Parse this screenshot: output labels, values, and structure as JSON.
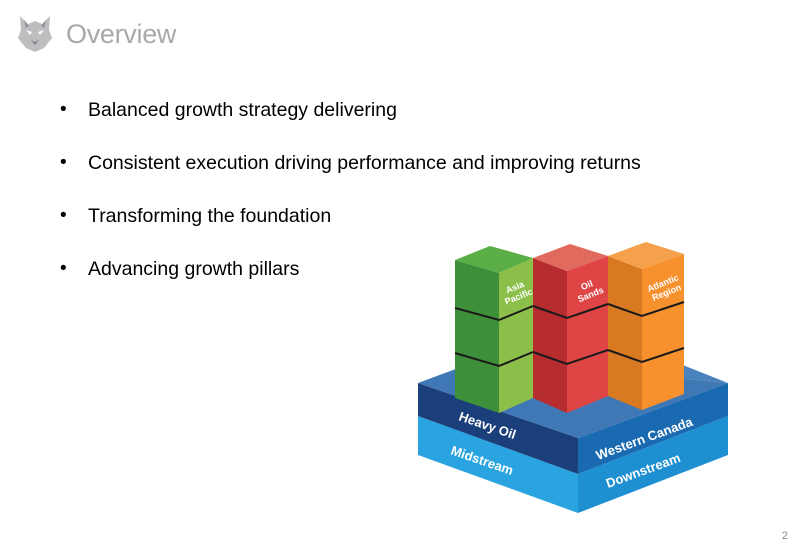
{
  "header": {
    "title": "Overview"
  },
  "bullets": [
    "Balanced growth strategy delivering",
    "Consistent execution driving performance and improving returns",
    "Transforming the foundation",
    "Advancing growth pillars"
  ],
  "graphic": {
    "pillars": [
      {
        "line1": "Asia",
        "line2": "Pacific",
        "color": "#5aa83e"
      },
      {
        "line1": "Oil",
        "line2": "Sands",
        "color": "#d93a3a"
      },
      {
        "line1": "Atlantic",
        "line2": "Region",
        "color": "#f08c2a"
      }
    ],
    "base": {
      "top_left": "Heavy Oil",
      "top_right": "Western Canada",
      "bottom_left": "Midstream",
      "bottom_right": "Downstream"
    }
  },
  "footer": {
    "page_number": "2"
  }
}
